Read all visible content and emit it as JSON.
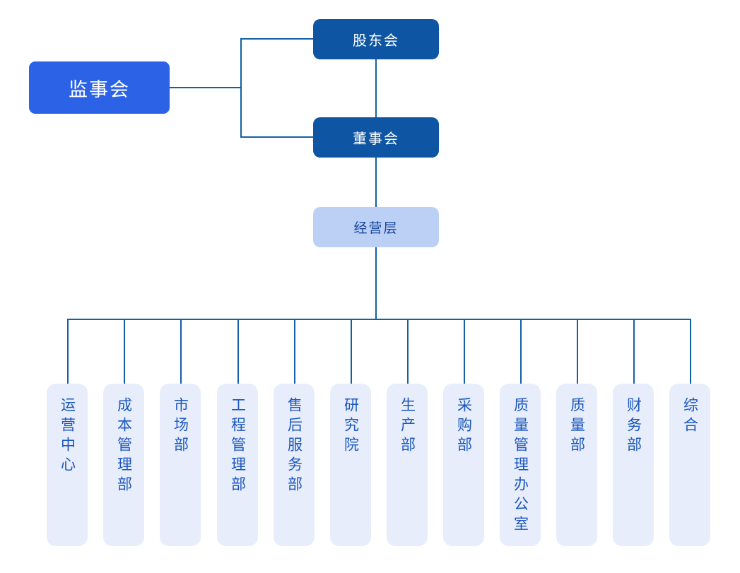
{
  "diagram": {
    "type": "org-chart",
    "nodes": {
      "shareholders": {
        "label": "股东会"
      },
      "supervisory": {
        "label": "监事会"
      },
      "board": {
        "label": "董事会"
      },
      "management": {
        "label": "经营层"
      }
    },
    "departments": [
      {
        "label": "运营中心"
      },
      {
        "label": "成本管理部"
      },
      {
        "label": "市场部"
      },
      {
        "label": "工程管理部"
      },
      {
        "label": "售后服务部"
      },
      {
        "label": "研究院"
      },
      {
        "label": "生产部"
      },
      {
        "label": "采购部"
      },
      {
        "label": "质量管理办公室"
      },
      {
        "label": "质量部"
      },
      {
        "label": "财务部"
      },
      {
        "label": "综合"
      }
    ],
    "colors": {
      "dark_blue_node": "#0e56a4",
      "bright_blue_node": "#2c62e6",
      "light_blue_node": "#bccff4",
      "light_blue_node_text": "#17489e",
      "department_node": "#e7edfb",
      "department_text": "#1b57bd",
      "connector": "#1460a5",
      "background": "#ffffff"
    }
  }
}
